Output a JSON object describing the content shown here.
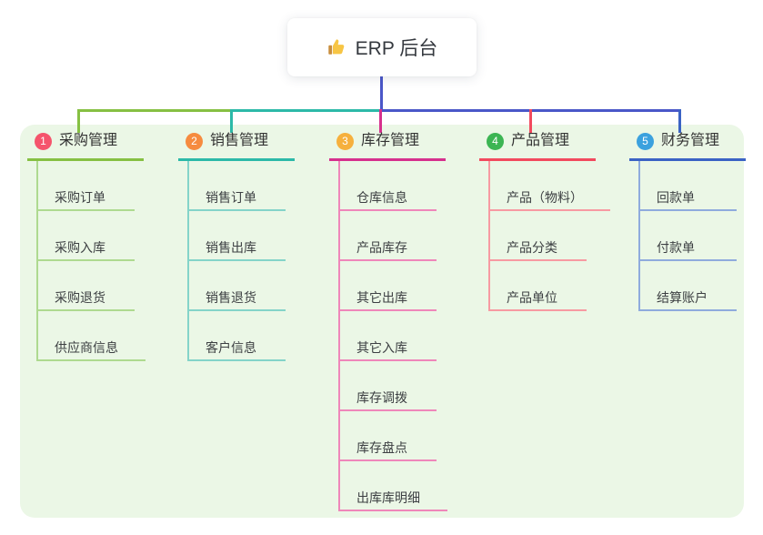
{
  "root": {
    "title": "ERP 后台",
    "icon": "thumbs-up-icon"
  },
  "colors": {
    "panel_bg": "#ebf7e6",
    "root_stem": "#4a57c8",
    "title_text": "#35393f",
    "branch_title_text": "#333333",
    "child_text": "#3d4043"
  },
  "branches": [
    {
      "number": "1",
      "label": "采购管理",
      "badge_color": "#f5546c",
      "line_color": "#86c043",
      "child_line_color": "#aeda90",
      "children": [
        "采购订单",
        "采购入库",
        "采购退货",
        "供应商信息"
      ]
    },
    {
      "number": "2",
      "label": "销售管理",
      "badge_color": "#f68b3f",
      "line_color": "#2cb9a8",
      "child_line_color": "#84d4c9",
      "children": [
        "销售订单",
        "销售出库",
        "销售退货",
        "客户信息"
      ]
    },
    {
      "number": "3",
      "label": "库存管理",
      "badge_color": "#f6b03d",
      "line_color": "#d6308d",
      "child_line_color": "#ef87ba",
      "children": [
        "仓库信息",
        "产品库存",
        "其它出库",
        "其它入库",
        "库存调拨",
        "库存盘点",
        "出库库明细"
      ]
    },
    {
      "number": "4",
      "label": "产品管理",
      "badge_color": "#3cb553",
      "line_color": "#f24a5e",
      "child_line_color": "#f79aa2",
      "children": [
        "产品（物料）",
        "产品分类",
        "产品单位"
      ]
    },
    {
      "number": "5",
      "label": "财务管理",
      "badge_color": "#3ba1de",
      "line_color": "#3b63c4",
      "child_line_color": "#8fabdd",
      "children": [
        "回款单",
        "付款单",
        "结算账户"
      ]
    }
  ]
}
